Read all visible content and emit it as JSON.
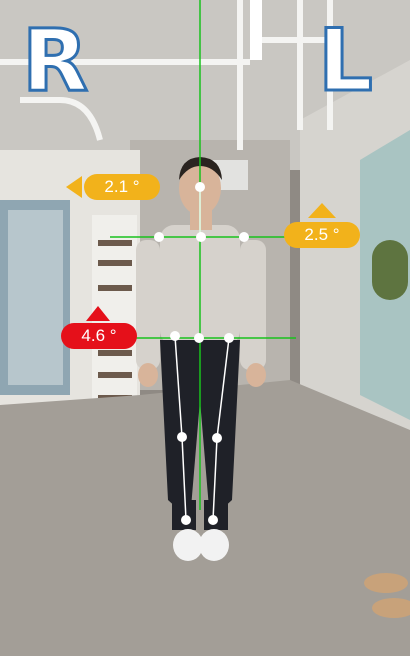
{
  "labels": {
    "right_side": "R",
    "left_side": "L"
  },
  "measurements": {
    "head_tilt": "2.1 °",
    "shoulder_tilt": "2.5 °",
    "pelvis_tilt": "4.6 °"
  },
  "colors": {
    "side_label_outline": "#2f6fb0",
    "tilt_minor": "#f2b21b",
    "tilt_major": "#e5101a",
    "midline": "#18c21c",
    "landmark": "#ffffff"
  },
  "icons": {
    "head_arrow": "arrow-left-icon",
    "shoulder_arrow": "arrow-up-icon",
    "pelvis_arrow": "arrow-up-icon"
  }
}
